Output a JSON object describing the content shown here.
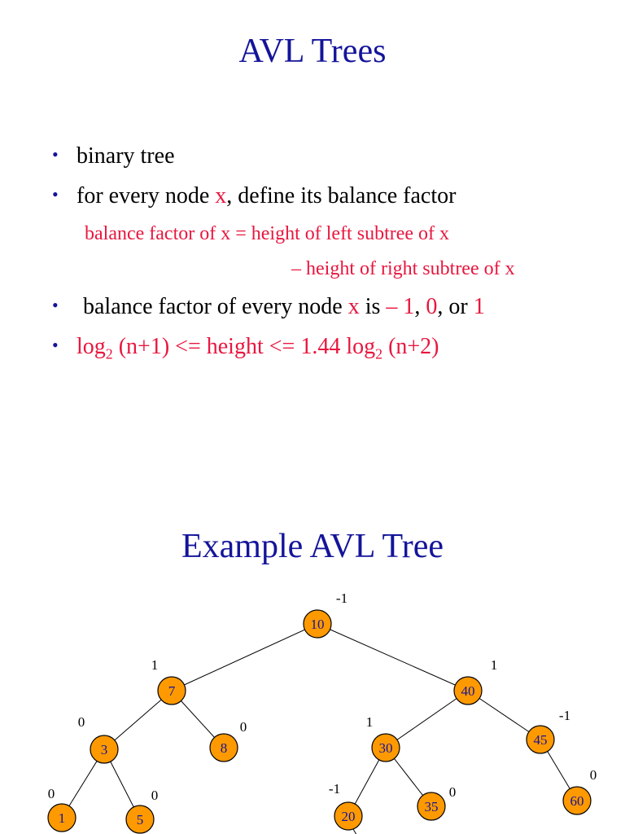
{
  "slide1": {
    "title": "AVL Trees",
    "bullets": [
      {
        "text": "binary tree"
      },
      {
        "pre": "for every node ",
        "var": "x",
        "post": ", define its balance factor"
      },
      {
        "pre": "balance factor of every node ",
        "var": "x",
        "mid": " is ",
        "v1": "– 1",
        "sep1": ", ",
        "v2": "0",
        "sep2": ", or ",
        "v3": "1"
      },
      {
        "p1": "log",
        "s1": "2",
        "p2": " (n+1) <= height <= 1.44 log",
        "s2": "2",
        "p3": " (n+2)"
      }
    ],
    "formula_line1": "balance factor of x = height of left subtree of x",
    "formula_line2": "– height of right subtree of x"
  },
  "slide2": {
    "title": "Example AVL Tree",
    "tree": {
      "nodes": [
        {
          "key": "10",
          "bf": "-1"
        },
        {
          "key": "7",
          "bf": "1"
        },
        {
          "key": "40",
          "bf": "1"
        },
        {
          "key": "3",
          "bf": "0"
        },
        {
          "key": "8",
          "bf": "0"
        },
        {
          "key": "30",
          "bf": "1"
        },
        {
          "key": "45",
          "bf": "-1"
        },
        {
          "key": "1",
          "bf": "0"
        },
        {
          "key": "5",
          "bf": "0"
        },
        {
          "key": "20",
          "bf": "-1"
        },
        {
          "key": "35",
          "bf": "0"
        },
        {
          "key": "60",
          "bf": "0"
        }
      ],
      "edges": [
        [
          "10",
          "7"
        ],
        [
          "10",
          "40"
        ],
        [
          "7",
          "3"
        ],
        [
          "7",
          "8"
        ],
        [
          "40",
          "30"
        ],
        [
          "40",
          "45"
        ],
        [
          "3",
          "1"
        ],
        [
          "3",
          "5"
        ],
        [
          "30",
          "20"
        ],
        [
          "30",
          "35"
        ],
        [
          "45",
          "60"
        ]
      ],
      "node_fill": "#ff9900",
      "node_stroke": "#000000",
      "key_color": "#14149a",
      "bf_color": "#000000"
    }
  }
}
